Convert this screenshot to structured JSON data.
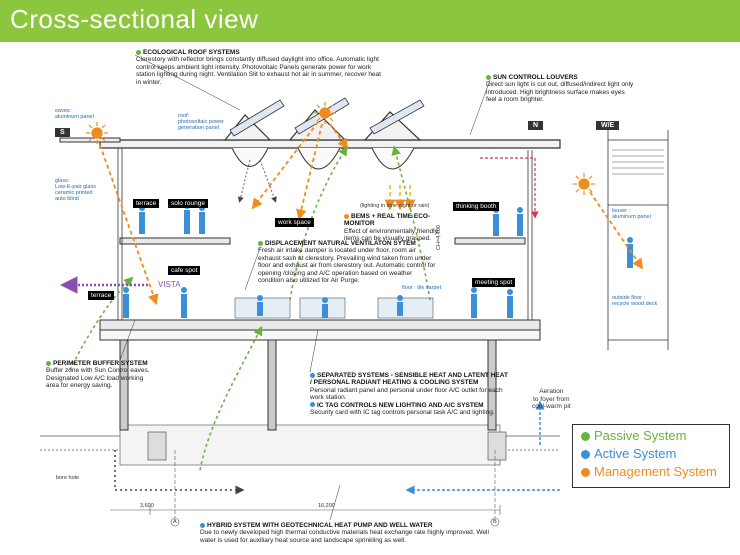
{
  "header": {
    "title": "Cross-sectional view"
  },
  "colors": {
    "header_bg": "#8cc63f",
    "passive": "#6ab23e",
    "active": "#3a8fd8",
    "management": "#f08c1e"
  },
  "directions": {
    "south": "S",
    "north": "N",
    "west_east": "W/E"
  },
  "annotations": {
    "ecological_roof": {
      "title": "ECOLOGICAL ROOF SYSTEMS",
      "body": "Clerestory with reflector brings constantly diffused daylight into office. Automatic light control keeps ambient light intensity.  Photovoltaic Panels generate power for work station lighting during night. Ventilation Slit to exhaust hot air in summer, recover heat in winter."
    },
    "sun_louvers": {
      "title": "SUN CONTROLL LOUVERS",
      "body": "Direct sun light is cut out, diffused/indirect light only introduced. High brightness surface makes eyes feel a room brighter."
    },
    "bems": {
      "title": "BEMS + REAL TIME ECO-MONITOR",
      "body": "Effect of environmentally friendly items can be visually grasped."
    },
    "displacement": {
      "title": "DISPLACEMENT NATURAL VENTILATON SYTEM",
      "body": "Fresh air intake damper is located under floor, room air exhaust sash at clerestory.  Prevailing wind taken from under floor and exhaust air from clerestory out.  Automatic control for opening /closing and A/C operation based on weather condition also utilized for Air Purge."
    },
    "perimeter": {
      "title": "PERIMETER BUFFER SYSTEM",
      "body": "Buffer zone with Sun Control eaves. Designated Low A/C load working area for energy saving."
    },
    "separated": {
      "title": "SEPARATED SYSTEMS - SENSIBLE HEAT AND LATENT HEAT / PERSONAL RADIANT HEATING & COOLING SYSTEM",
      "body": "Personal radiant panel and personal under floor A/C outlet for each work station."
    },
    "ic_tag": {
      "title": "IC TAG CONTROLS NEW LIGHTING AND A/C SYSTEM",
      "body": "Security card with IC tag controls personal task A/C and lighting."
    },
    "hybrid": {
      "title": "HYBRID SYSTEM WITH GEOTECHNICAL HEAT PUMP AND WELL WATER",
      "body": "Due to newly developed high thermal conductive materials heat exchange rate highly improved. Well water is used for auxiliary heat source and landscape sprinkling as well."
    }
  },
  "labels": {
    "eaves": "eaves:\naluminum panel",
    "roof_pv": "roof:\nphotovoltaic power\ngeneration panel",
    "glass": "glass:\nLow-E-pair glass\nceramic printed\nauto blind",
    "lighting": "(lighting in time night or rain)",
    "louver": "louver :\naluminum panel",
    "floor": "floor : tile carpet",
    "outside_floor": "outside floor :\nrecycle wood deck",
    "vista": "VISTA",
    "aeration": "Aeration\nto foyer from\ncool-warm pit",
    "bore_hole": "bore hole",
    "dim_total": "16,200",
    "dim_left": "3,600",
    "grid_a": "A",
    "grid_b": "B",
    "ch": "CH=4,400"
  },
  "spaces": {
    "terrace_upper": "terrace",
    "solo": "solo rounge",
    "work": "work space",
    "thinking": "thinking booth",
    "cafe": "cafe spot",
    "terrace_lower": "terrace",
    "meeting": "meeting spot"
  },
  "legend": {
    "passive": "Passive System",
    "active": "Active System",
    "management": "Management System"
  }
}
